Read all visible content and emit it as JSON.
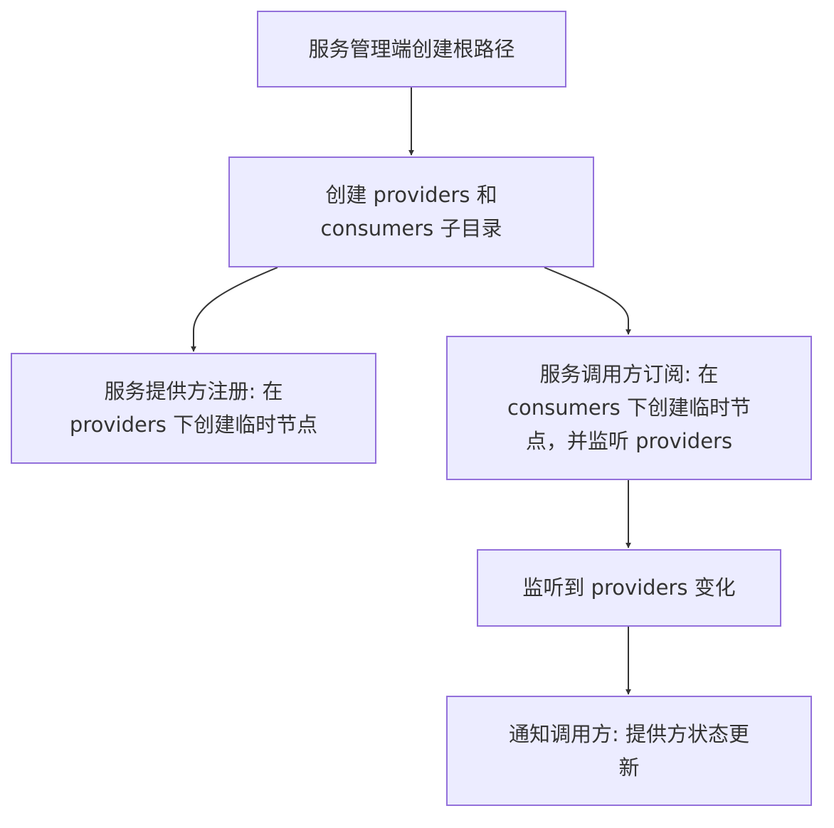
{
  "diagram": {
    "nodes": [
      {
        "id": "n1",
        "label": "服务管理端创建根路径"
      },
      {
        "id": "n2",
        "label": "创建 providers 和\nconsumers 子目录"
      },
      {
        "id": "n3",
        "label": "服务提供方注册: 在\nproviders 下创建临时节点"
      },
      {
        "id": "n4",
        "label": "服务调用方订阅: 在\nconsumers 下创建临时节\n点，并监听 providers"
      },
      {
        "id": "n5",
        "label": "监听到 providers 变化"
      },
      {
        "id": "n6",
        "label": "通知调用方: 提供方状态更\n新"
      }
    ],
    "edges": [
      {
        "from": "n1",
        "to": "n2"
      },
      {
        "from": "n2",
        "to": "n3"
      },
      {
        "from": "n2",
        "to": "n4"
      },
      {
        "from": "n4",
        "to": "n5"
      },
      {
        "from": "n5",
        "to": "n6"
      }
    ],
    "colors": {
      "node_fill": "#ECECFF",
      "node_border": "#9370DB",
      "text": "#333333",
      "edge": "#333333"
    }
  }
}
